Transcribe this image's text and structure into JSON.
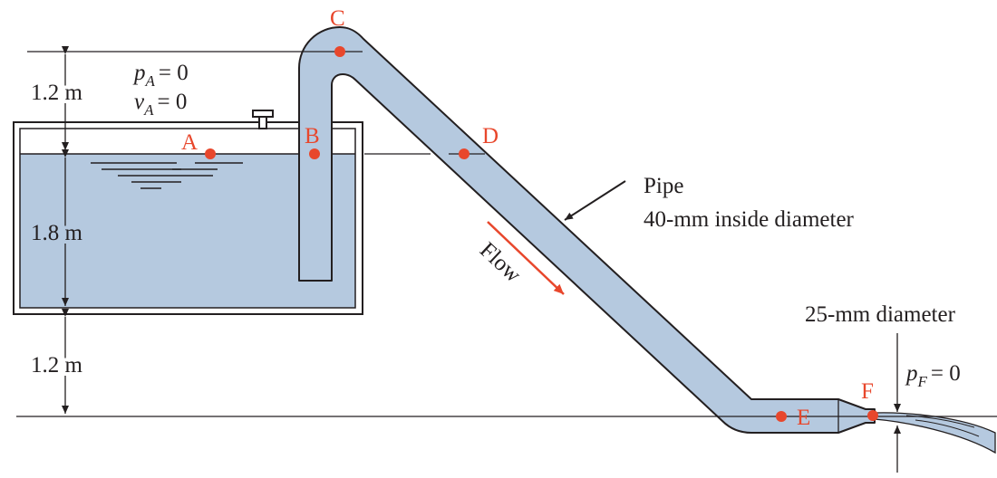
{
  "colors": {
    "water": "#b5c9df",
    "stroke": "#231f20",
    "accent": "#e8472c"
  },
  "reservoir": {
    "pa_sym": "p",
    "pa_sub": "A",
    "pa_rest": "= 0",
    "va_sym": "v",
    "va_sub": "A",
    "va_rest": "= 0"
  },
  "dimensions": {
    "top_height": "1.2 m",
    "water_depth": "1.8 m",
    "bottom_height": "1.2 m"
  },
  "points": {
    "a": "A",
    "b": "B",
    "c": "C",
    "d": "D",
    "e": "E",
    "f": "F"
  },
  "flow": {
    "label": "Flow"
  },
  "pipe": {
    "name": "Pipe",
    "size": "40-mm inside diameter"
  },
  "nozzle": {
    "label": "25-mm diameter",
    "pf_sym": "p",
    "pf_sub": "F",
    "pf_rest": "= 0"
  }
}
